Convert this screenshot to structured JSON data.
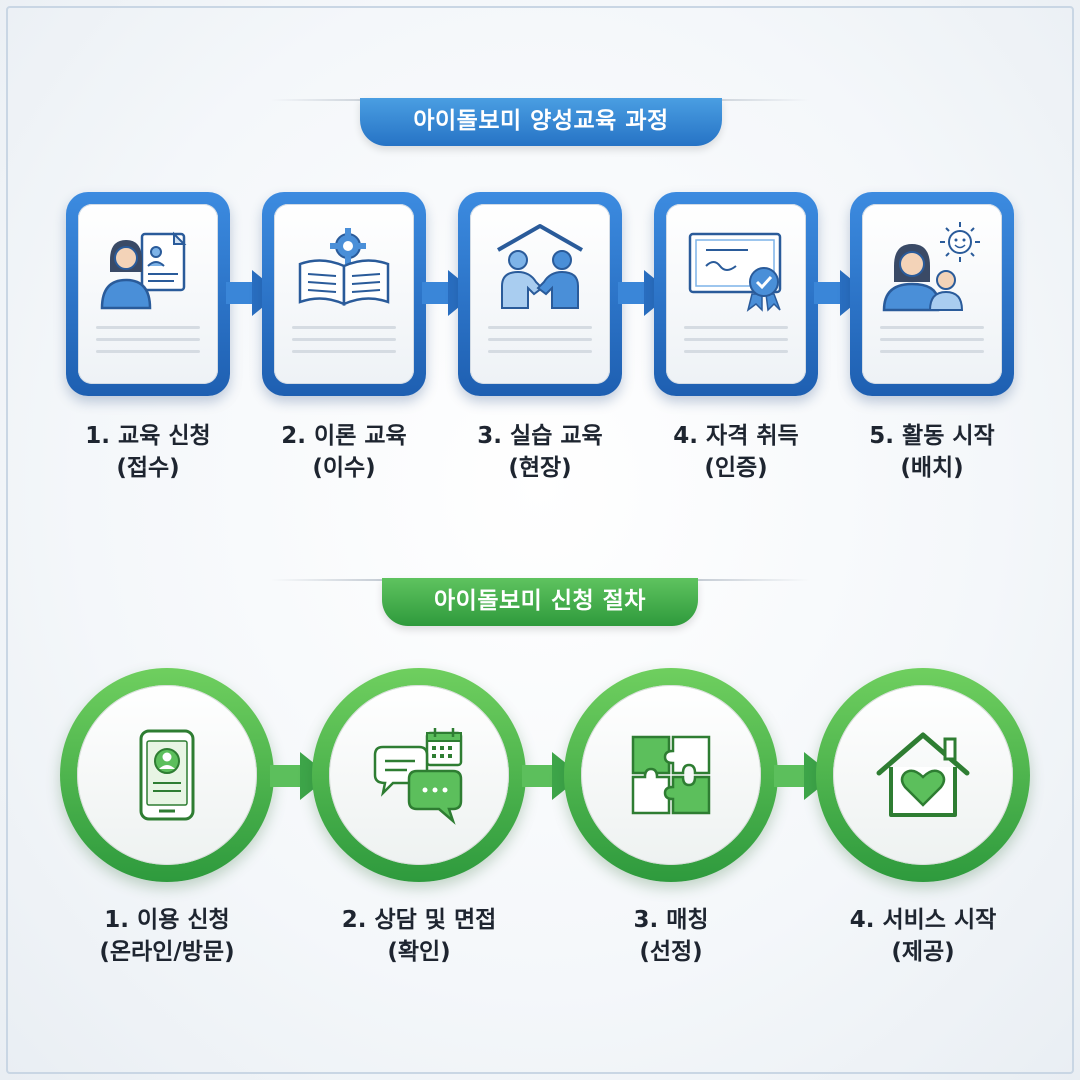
{
  "education": {
    "title": "아이돌보미 양성교육 과정",
    "steps": [
      {
        "label": "1. 교육 신청",
        "sub": "(접수)",
        "icon": "applicant-document-icon"
      },
      {
        "label": "2. 이론 교육",
        "sub": "(이수)",
        "icon": "book-gear-icon"
      },
      {
        "label": "3. 실습 교육",
        "sub": "(현장)",
        "icon": "handshake-icon"
      },
      {
        "label": "4. 자격 취득",
        "sub": "(인증)",
        "icon": "certificate-icon"
      },
      {
        "label": "5. 활동 시작",
        "sub": "(배치)",
        "icon": "caregiver-child-icon"
      }
    ]
  },
  "application": {
    "title": "아이돌보미 신청 절차",
    "steps": [
      {
        "label": "1. 이용 신청",
        "sub": "(온라인/방문)",
        "icon": "smartphone-profile-icon"
      },
      {
        "label": "2. 상담 및 면접",
        "sub": "(확인)",
        "icon": "chat-calendar-icon"
      },
      {
        "label": "3. 매칭",
        "sub": "(선정)",
        "icon": "puzzle-icon"
      },
      {
        "label": "4. 서비스 시작",
        "sub": "(제공)",
        "icon": "house-heart-icon"
      }
    ]
  },
  "colors": {
    "blue": "#2673c5",
    "green": "#2f9a3c",
    "text": "#1e2530"
  }
}
